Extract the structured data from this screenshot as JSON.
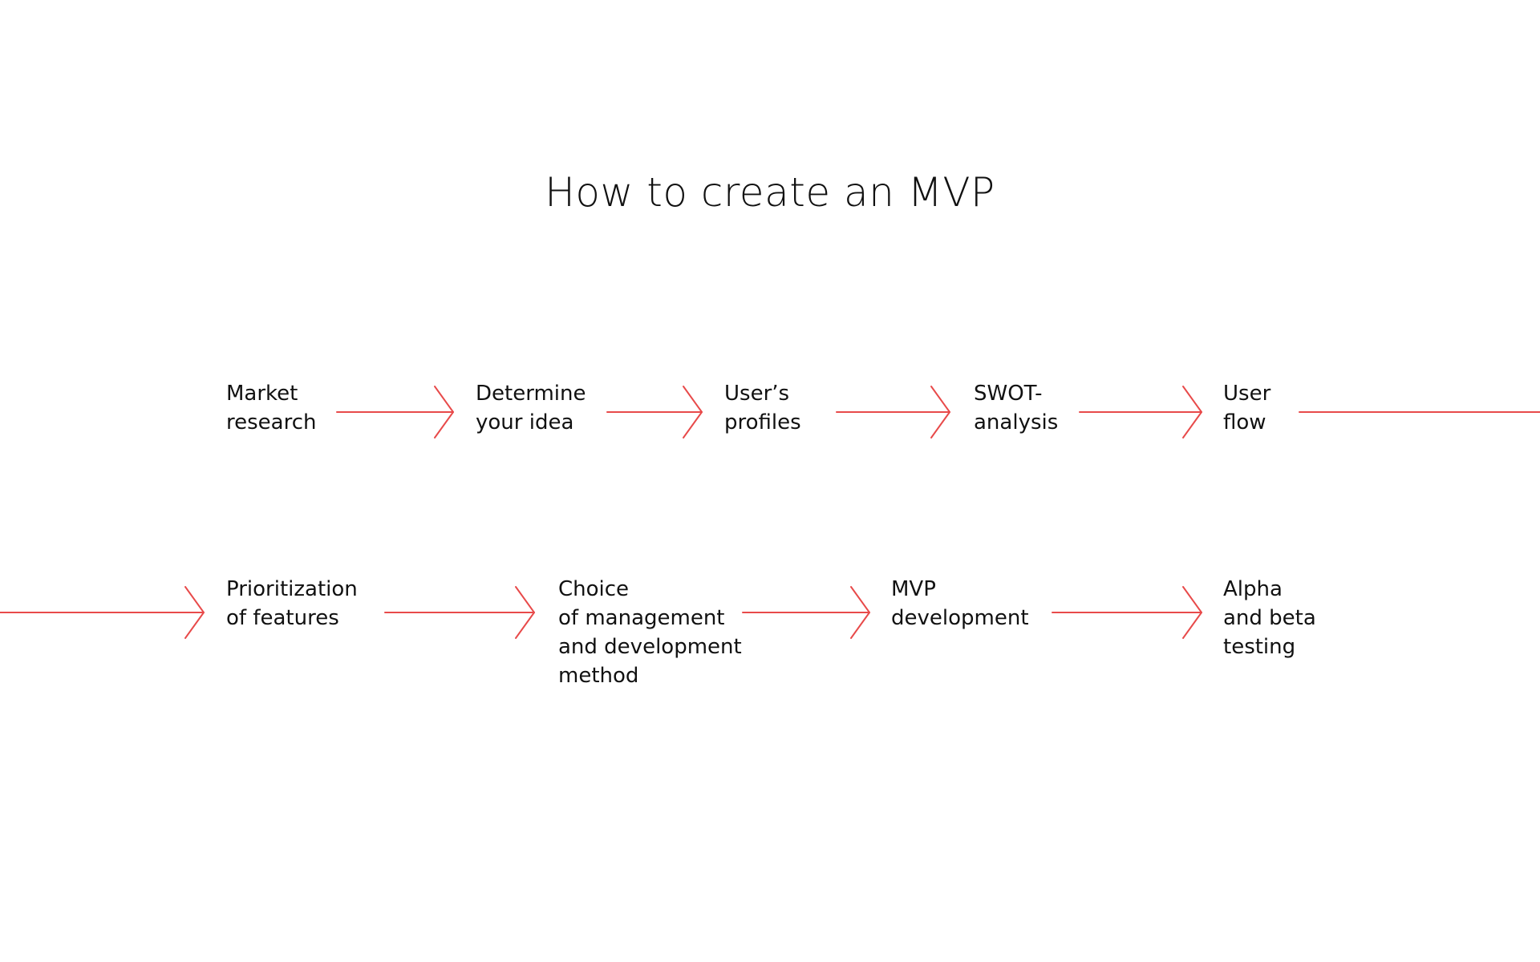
{
  "title": "How to create an MVP",
  "colors": {
    "arrow": "#e84a4a",
    "text": "#111111",
    "background": "#ffffff"
  },
  "steps": [
    {
      "lines": [
        "Market",
        "research"
      ]
    },
    {
      "lines": [
        "Determine",
        "your idea"
      ]
    },
    {
      "lines": [
        "User’s",
        "profiles"
      ]
    },
    {
      "lines": [
        "SWOT-",
        "analysis"
      ]
    },
    {
      "lines": [
        "User",
        "flow"
      ]
    },
    {
      "lines": [
        "Prioritization",
        "of features"
      ]
    },
    {
      "lines": [
        "Choice",
        "of management",
        "and development",
        "method"
      ]
    },
    {
      "lines": [
        "MVP",
        "development"
      ]
    },
    {
      "lines": [
        "Alpha",
        "and beta",
        "testing"
      ]
    }
  ]
}
